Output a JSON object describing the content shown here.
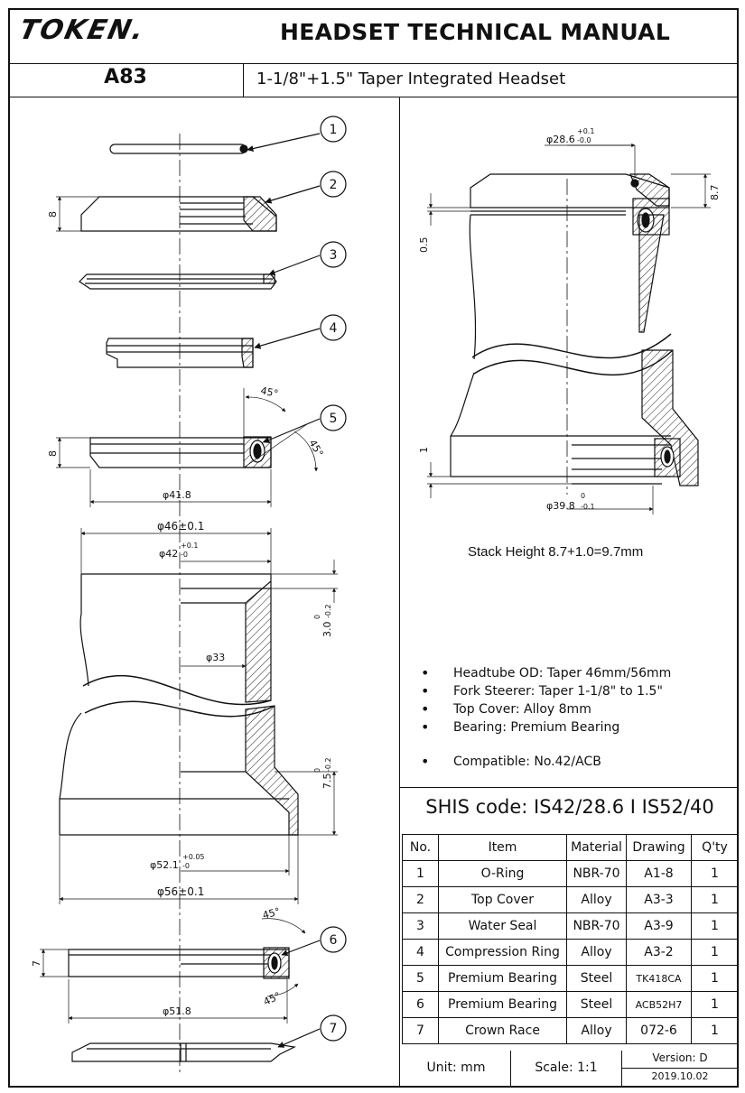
{
  "header": {
    "logo": "TOKEN.",
    "title": "HEADSET TECHNICAL MANUAL",
    "model": "A83",
    "subtitle": "1-1/8\"+1.5\" Taper Integrated Headset"
  },
  "part_numbers": [
    "1",
    "2",
    "3",
    "4",
    "5",
    "6",
    "7"
  ],
  "left_dimensions": {
    "top_cover_height": "8",
    "bearing_height": "8",
    "bearing_id": "φ41.8",
    "bearing_angle_top": "45°",
    "bearing_angle_side": "45°",
    "headtube_od": "φ46±0.1",
    "upper_bore": "φ42",
    "upper_bore_tol": "+0.1",
    "upper_bore_tol2": "-0",
    "upper_depth": "3.0",
    "upper_depth_tol": "0",
    "upper_depth_tol2": "-0.2",
    "inner_dia": "φ33",
    "lower_depth": "7.5",
    "lower_depth_tol": "0",
    "lower_depth_tol2": "-0.2",
    "lower_bore": "φ52.1",
    "lower_bore_tol": "+0.05",
    "lower_bore_tol2": "-0",
    "lower_od": "φ56±0.1",
    "lower_bearing_height": "7",
    "lower_bearing_angle_top": "45°",
    "lower_bearing_angle_bottom": "45°",
    "lower_bearing_id": "φ51.8"
  },
  "right_dimensions": {
    "steerer_dia": "φ28.6",
    "steerer_tol": "+0.1",
    "steerer_tol2": "-0.0",
    "stack_top": "8.7",
    "gap": "0.5",
    "crown_gap": "1",
    "crown_dia": "φ39.8",
    "crown_tol": "0",
    "crown_tol2": "-0.1"
  },
  "stack_height": "Stack Height 8.7+1.0=9.7mm",
  "specs": [
    "Headtube OD: Taper 46mm/56mm",
    "Fork Steerer: Taper 1-1/8\" to 1.5\"",
    "Top Cover: Alloy 8mm",
    "Bearing: Premium Bearing",
    "Compatible: No.42/ACB"
  ],
  "shis_code": "SHIS code: IS42/28.6 I IS52/40",
  "table": {
    "headers": [
      "No.",
      "Item",
      "Material",
      "Drawing",
      "Q'ty"
    ],
    "rows": [
      [
        "1",
        "O-Ring",
        "NBR-70",
        "A1-8",
        "1"
      ],
      [
        "2",
        "Top Cover",
        "Alloy",
        "A3-3",
        "1"
      ],
      [
        "3",
        "Water Seal",
        "NBR-70",
        "A3-9",
        "1"
      ],
      [
        "4",
        "Compression Ring",
        "Alloy",
        "A3-2",
        "1"
      ],
      [
        "5",
        "Premium Bearing",
        "Steel",
        "TK418CA",
        "1"
      ],
      [
        "6",
        "Premium Bearing",
        "Steel",
        "ACB52H7",
        "1"
      ],
      [
        "7",
        "Crown Race",
        "Alloy",
        "072-6",
        "1"
      ]
    ]
  },
  "footer": {
    "unit": "Unit: mm",
    "scale": "Scale: 1:1",
    "version": "Version: D",
    "date": "2019.10.02"
  }
}
